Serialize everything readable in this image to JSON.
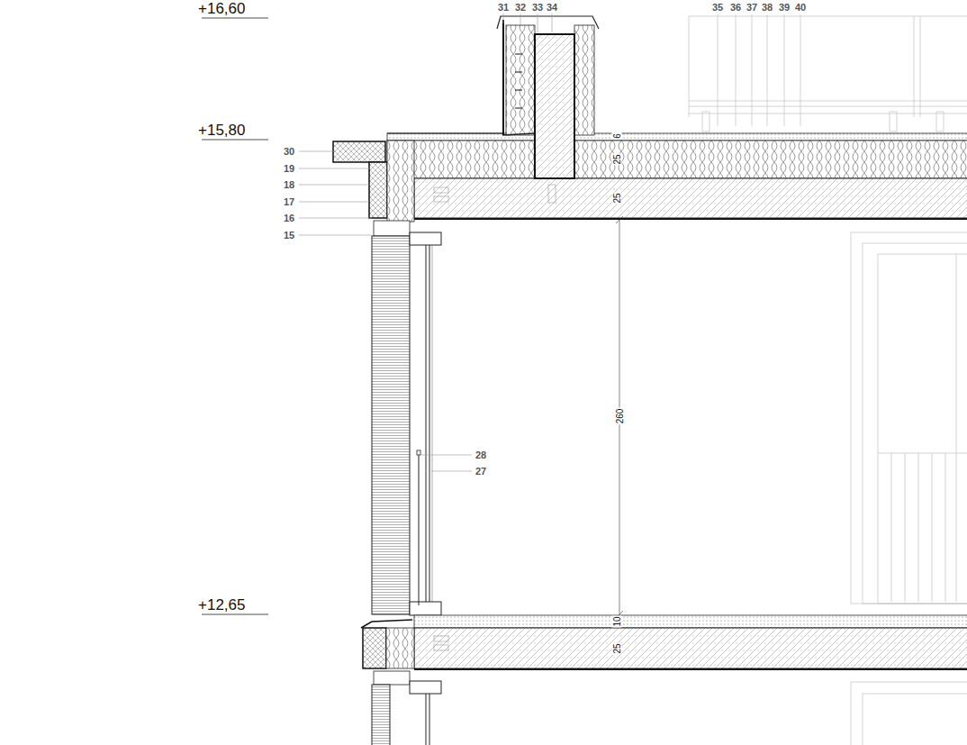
{
  "diagram": {
    "labels": [
      "+16,60",
      "31",
      "32",
      "33",
      "34",
      "35",
      "36",
      "37",
      "38",
      "39",
      "40",
      "+15,80",
      "30",
      "6",
      "25",
      "19",
      "18",
      "25",
      "17",
      "16",
      "15",
      "260",
      "28",
      "27",
      "+12,65",
      "10",
      "25"
    ]
  }
}
